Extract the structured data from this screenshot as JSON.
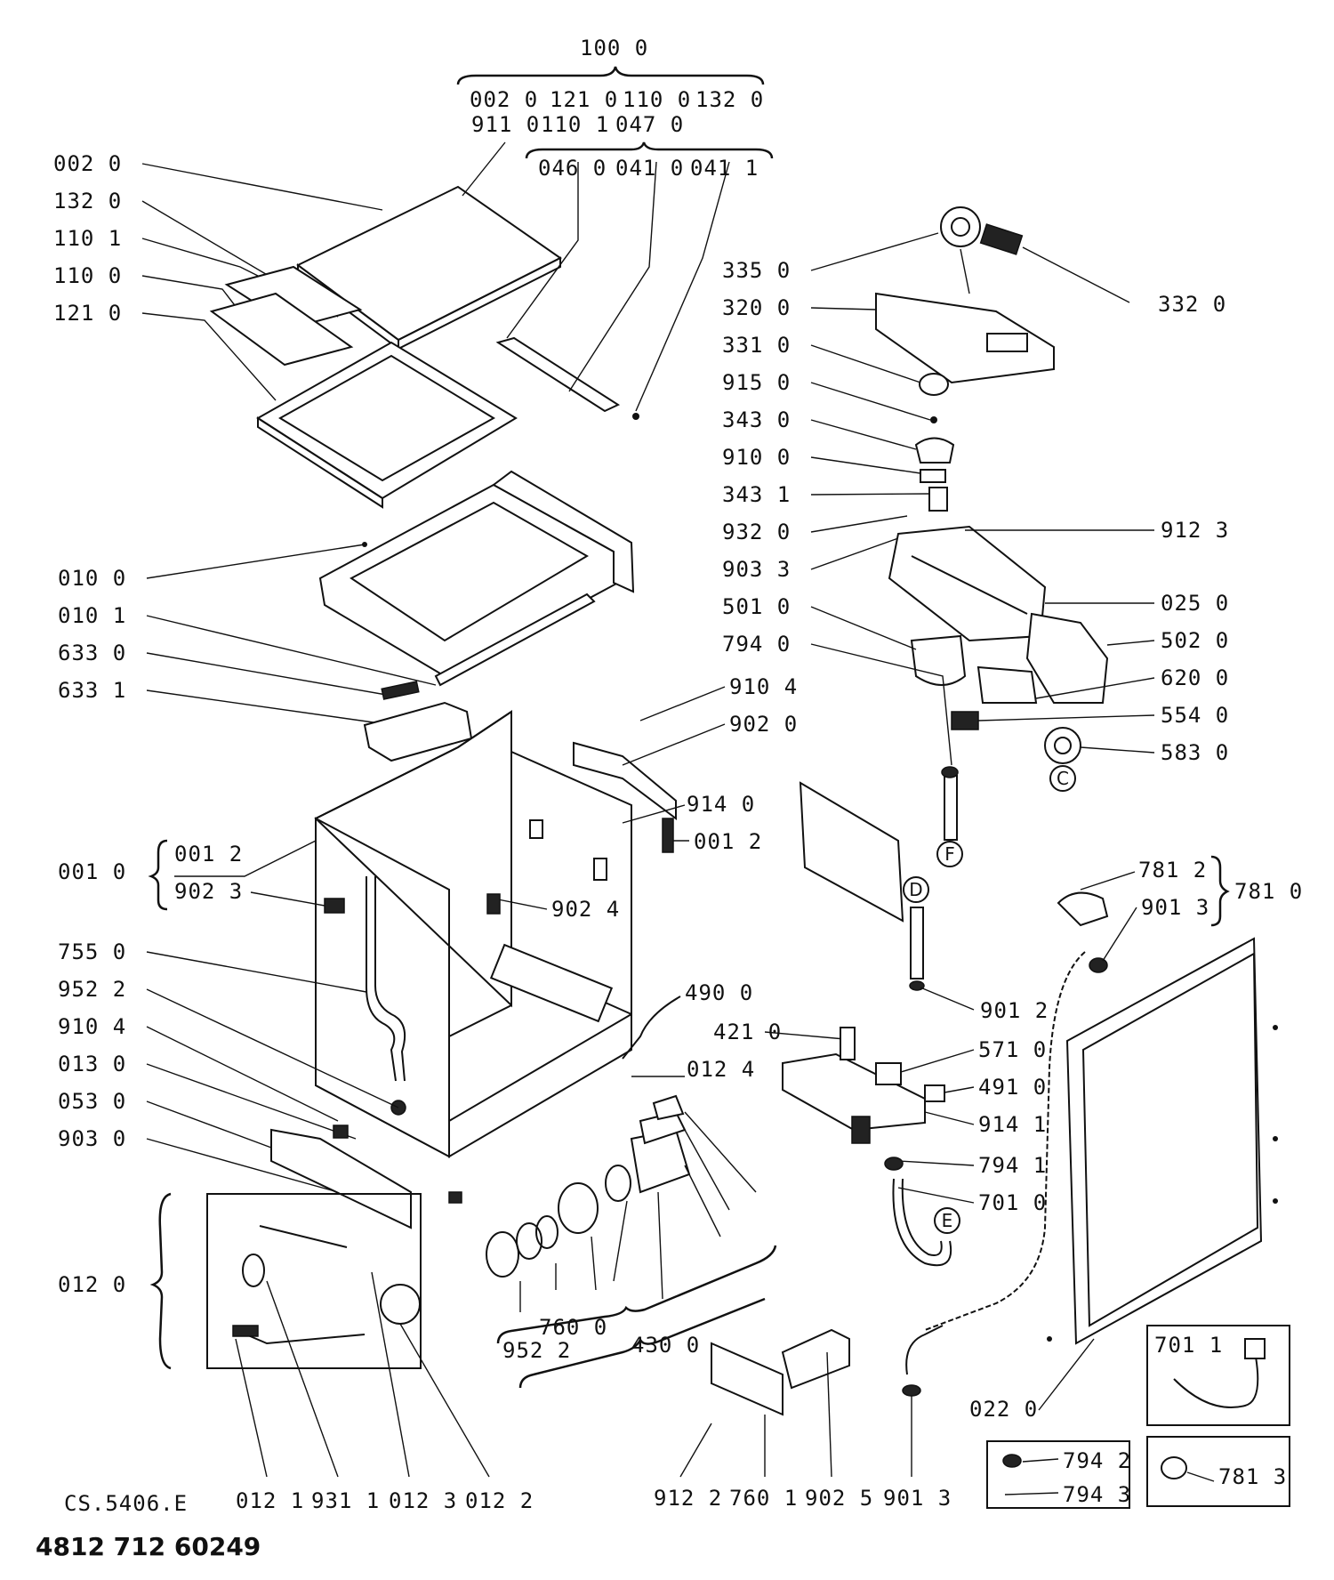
{
  "doc": {
    "code": "CS.5406.E",
    "part_number": "4812 712 60249"
  },
  "groups": {
    "top_assembly": "100 0",
    "top_members_row1": [
      "002 0",
      "121 0",
      "110 0",
      "132 0"
    ],
    "top_members_row2": [
      "911 0",
      "110 1",
      "047 0"
    ],
    "hinge_members": [
      "046 0",
      "041 0",
      "041 1"
    ],
    "cabinet": "001 0",
    "cabinet_members": [
      "001 2",
      "902 3"
    ],
    "hose_group": "781 0",
    "hose_members": [
      "781 2",
      "901 3"
    ],
    "pump_group_a": "760 0",
    "pump_group_b": "952 2",
    "pump_group_c": "430 0",
    "box": "012 0"
  },
  "callouts": [
    "002 0",
    "132 0",
    "110 1",
    "110 0",
    "121 0",
    "010 0",
    "010 1",
    "633 0",
    "633 1",
    "755 0",
    "952 2",
    "910 4",
    "013 0",
    "053 0",
    "903 0",
    "335 0",
    "320 0",
    "331 0",
    "915 0",
    "343 0",
    "910 0",
    "343 1",
    "932 0",
    "903 3",
    "501 0",
    "794 0",
    "332 0",
    "912 3",
    "025 0",
    "502 0",
    "620 0",
    "554 0",
    "583 0",
    "910 4",
    "902 0",
    "914 0",
    "001 2",
    "902 4",
    "490 0",
    "421 0",
    "012 4",
    "901 2",
    "571 0",
    "491 0",
    "914 1",
    "794 1",
    "701 0",
    "022 0",
    "701 1",
    "794 2",
    "794 3",
    "781 3",
    "012 1",
    "931 1",
    "012 3",
    "012 2",
    "912 2",
    "760 1",
    "902 5",
    "901 3"
  ],
  "circle_markers": [
    "C",
    "F",
    "D",
    "E"
  ]
}
